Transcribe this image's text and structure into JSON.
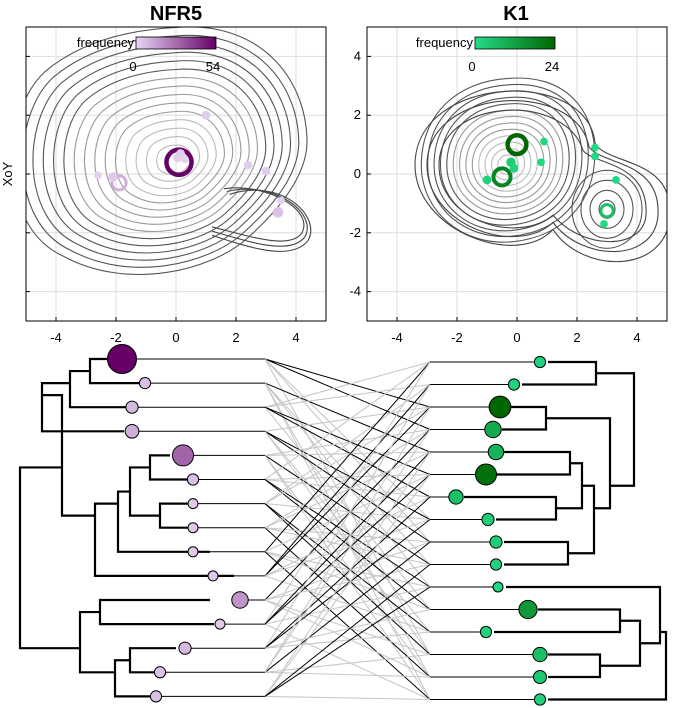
{
  "chart_data": [
    {
      "type": "scatter",
      "title": "NFR5",
      "ylabel": "XoY",
      "xlim": [
        -5,
        5
      ],
      "ylim": [
        -5,
        5
      ],
      "x_ticks": [
        "-4",
        "-2",
        "0",
        "2",
        "4"
      ],
      "y_ticks": [],
      "grid": true,
      "legend": {
        "label": "frequency",
        "min_label": "0",
        "max_label": "54",
        "min_color": "#e6d6f3",
        "max_color": "#660066",
        "placement": "top"
      },
      "contour_lines": "gray",
      "points": [
        {
          "x": 0.1,
          "y": 0.4,
          "f": 54
        },
        {
          "x": -1.9,
          "y": -0.3,
          "f": 10
        },
        {
          "x": -2.1,
          "y": -0.1,
          "f": 3
        },
        {
          "x": 0.15,
          "y": 0.7,
          "f": 2
        },
        {
          "x": 0.05,
          "y": 0.55,
          "f": 2
        },
        {
          "x": 1.0,
          "y": 2.0,
          "f": 2
        },
        {
          "x": 2.4,
          "y": 0.3,
          "f": 2
        },
        {
          "x": 3.0,
          "y": 0.1,
          "f": 2
        },
        {
          "x": 3.4,
          "y": -1.3,
          "f": 5
        },
        {
          "x": 3.5,
          "y": -0.9,
          "f": 1
        },
        {
          "x": -2.6,
          "y": -0.05,
          "f": 1
        },
        {
          "x": 0.3,
          "y": 0.5,
          "f": 1
        }
      ]
    },
    {
      "type": "scatter",
      "title": "K1",
      "ylabel": "",
      "xlim": [
        -5,
        5
      ],
      "ylim": [
        -5,
        5
      ],
      "x_ticks": [
        "-4",
        "-2",
        "0",
        "2",
        "4"
      ],
      "y_ticks": [
        "4",
        "2",
        "0",
        "-2",
        "-4"
      ],
      "grid": true,
      "legend": {
        "label": "frequency",
        "min_label": "0",
        "max_label": "24",
        "min_color": "#22dd88",
        "max_color": "#006600",
        "placement": "top"
      },
      "contour_lines": "gray",
      "points": [
        {
          "x": 0.0,
          "y": 1.0,
          "f": 24
        },
        {
          "x": -0.5,
          "y": -0.1,
          "f": 18
        },
        {
          "x": 3.0,
          "y": -1.25,
          "f": 6
        },
        {
          "x": -0.2,
          "y": 0.4,
          "f": 3
        },
        {
          "x": -0.1,
          "y": 0.2,
          "f": 2
        },
        {
          "x": -1.0,
          "y": -0.2,
          "f": 2
        },
        {
          "x": 0.9,
          "y": 1.1,
          "f": 1
        },
        {
          "x": 0.8,
          "y": 0.4,
          "f": 1
        },
        {
          "x": 2.6,
          "y": 0.9,
          "f": 1
        },
        {
          "x": 2.6,
          "y": 0.6,
          "f": 1
        },
        {
          "x": 3.3,
          "y": -0.2,
          "f": 1
        },
        {
          "x": 2.9,
          "y": -1.7,
          "f": 1
        }
      ]
    },
    {
      "type": "tanglegram",
      "left_dendrogram": "NFR5",
      "right_dendrogram": "K1",
      "left_leaves": [
        {
          "f": 54
        },
        {
          "f": 2
        },
        {
          "f": 3
        },
        {
          "f": 5
        },
        {
          "f": 22
        },
        {
          "f": 2
        },
        {
          "f": 1
        },
        {
          "f": 1
        },
        {
          "f": 1
        },
        {
          "f": 1
        },
        {
          "f": 10
        },
        {
          "f": 1
        },
        {
          "f": 3
        },
        {
          "f": 2
        },
        {
          "f": 2
        }
      ],
      "right_leaves": [
        {
          "f": 2
        },
        {
          "f": 2
        },
        {
          "f": 24
        },
        {
          "f": 10
        },
        {
          "f": 8
        },
        {
          "f": 22
        },
        {
          "f": 6
        },
        {
          "f": 3
        },
        {
          "f": 3
        },
        {
          "f": 2
        },
        {
          "f": 1
        },
        {
          "f": 14
        },
        {
          "f": 2
        },
        {
          "f": 6
        },
        {
          "f": 4
        },
        {
          "f": 2
        }
      ]
    }
  ]
}
